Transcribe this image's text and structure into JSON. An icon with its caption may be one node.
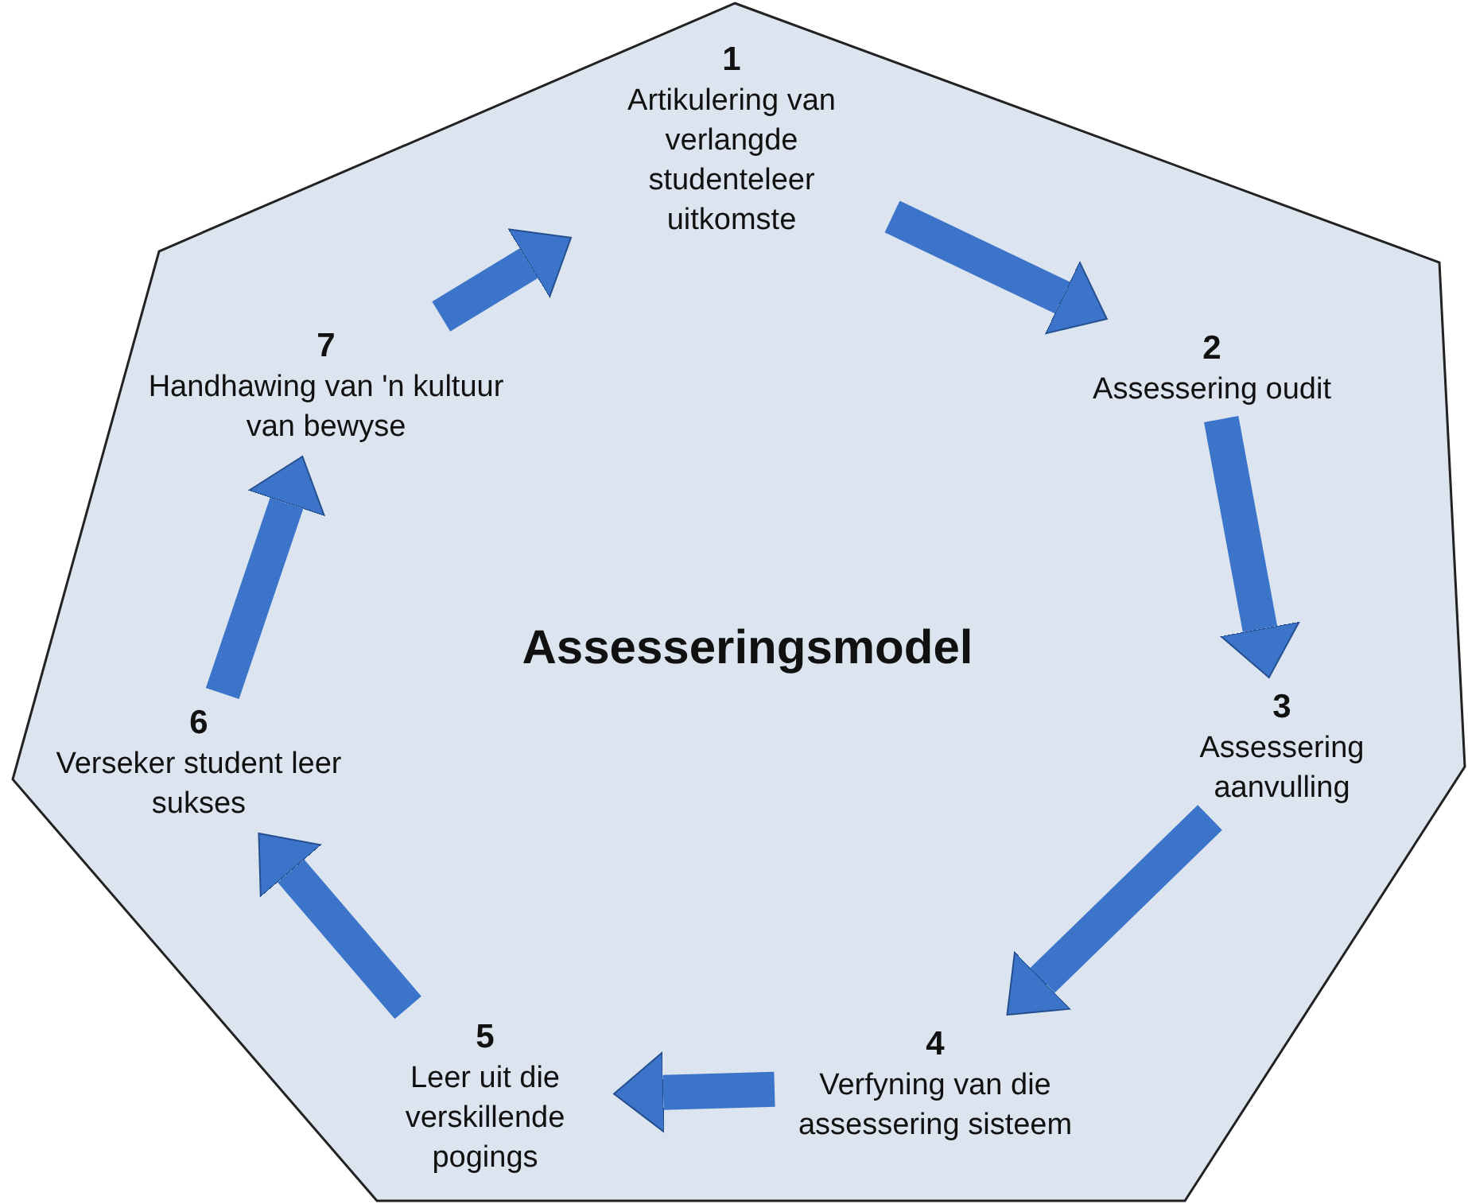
{
  "diagram": {
    "nodes": [
      {
        "text": [
          "Assesseringsmodel"
        ]
      },
      {
        "text": [
          "1",
          "Artikulering van verlangde studenteleer uitkomste"
        ],
        "in": 0
      },
      {
        "text": [
          "2",
          "Assessering oudit"
        ],
        "in": 0
      },
      {
        "text": [
          "3",
          "Assessering aanvulling"
        ],
        "in": 0
      },
      {
        "text": [
          "4",
          "Verfyning van die assessering sisteem"
        ],
        "in": 0
      },
      {
        "text": [
          "5",
          "Leer uit die verskillende pogings"
        ],
        "in": 0
      },
      {
        "text": [
          "6",
          "Verseker student leer sukses"
        ],
        "in": 0
      },
      {
        "text": [
          "7",
          "Handhawing van 'n kultuur van bewyse"
        ],
        "in": 0
      }
    ],
    "edges": [
      {
        "from": 1,
        "to": 2,
        "arrow": "to"
      },
      {
        "from": 2,
        "to": 3,
        "arrow": "to"
      },
      {
        "from": 3,
        "to": 4,
        "arrow": "to"
      },
      {
        "from": 4,
        "to": 5,
        "arrow": "to"
      },
      {
        "from": 5,
        "to": 6,
        "arrow": "to"
      },
      {
        "from": 6,
        "to": 7,
        "arrow": "to"
      },
      {
        "from": 7,
        "to": 1,
        "arrow": "to"
      }
    ]
  }
}
